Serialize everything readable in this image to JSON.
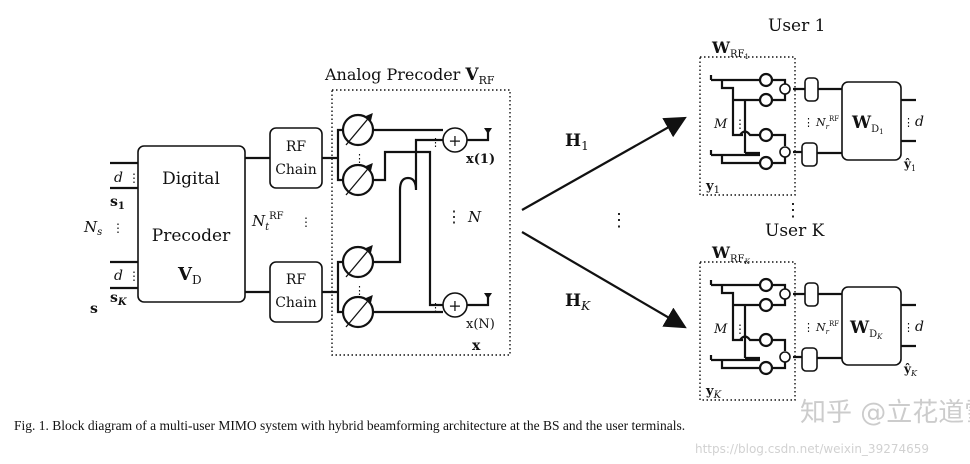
{
  "precoder": {
    "line1": "Digital",
    "line2": "Precoder",
    "symbol": "V",
    "sub": "D"
  },
  "inputs": {
    "d": "d",
    "s1": "s",
    "s1_sub": "1",
    "sK": "s",
    "sK_sub": "K",
    "Ns": "N",
    "Ns_sub": "s",
    "s": "s"
  },
  "rf_chain": {
    "line1": "RF",
    "line2": "Chain"
  },
  "Nt": {
    "symbol": "N",
    "sup": "RF",
    "sub": "t"
  },
  "analog": {
    "title": "Analog Precoder ",
    "symbol": "V",
    "sub": "RF",
    "x1": "x(1)",
    "xN": "x(N)",
    "N": "N",
    "x": "x"
  },
  "channels": [
    {
      "symbol": "H",
      "sub": "1"
    },
    {
      "symbol": "H",
      "sub": "K"
    }
  ],
  "users": [
    {
      "title": "User 1",
      "wrf": "W",
      "wrf_sub": "RF",
      "wrf_subsub": "1",
      "M": "M",
      "y": "y",
      "y_sub": "1",
      "Nr": "N",
      "Nr_sup": "RF",
      "Nr_sub": "r",
      "wd": "W",
      "wd_sub": "D",
      "wd_subsub": "1",
      "d": "d",
      "yhat": "ŷ",
      "yhat_sub": "1"
    },
    {
      "title": "User K",
      "wrf": "W",
      "wrf_sub": "RF",
      "wrf_subsub": "K",
      "M": "M",
      "y": "y",
      "y_sub": "K",
      "Nr": "N",
      "Nr_sup": "RF",
      "Nr_sub": "r",
      "wd": "W",
      "wd_sub": "D",
      "wd_subsub": "K",
      "d": "d",
      "yhat": "ŷ",
      "yhat_sub": "K"
    }
  ],
  "caption": "Fig. 1.  Block diagram of a multi-user MIMO system with hybrid beamforming architecture at the BS and the user terminals.",
  "watermark": {
    "line1": "知乎 @立花道雪",
    "line2": "https://blog.csdn.net/weixin_39274659"
  }
}
